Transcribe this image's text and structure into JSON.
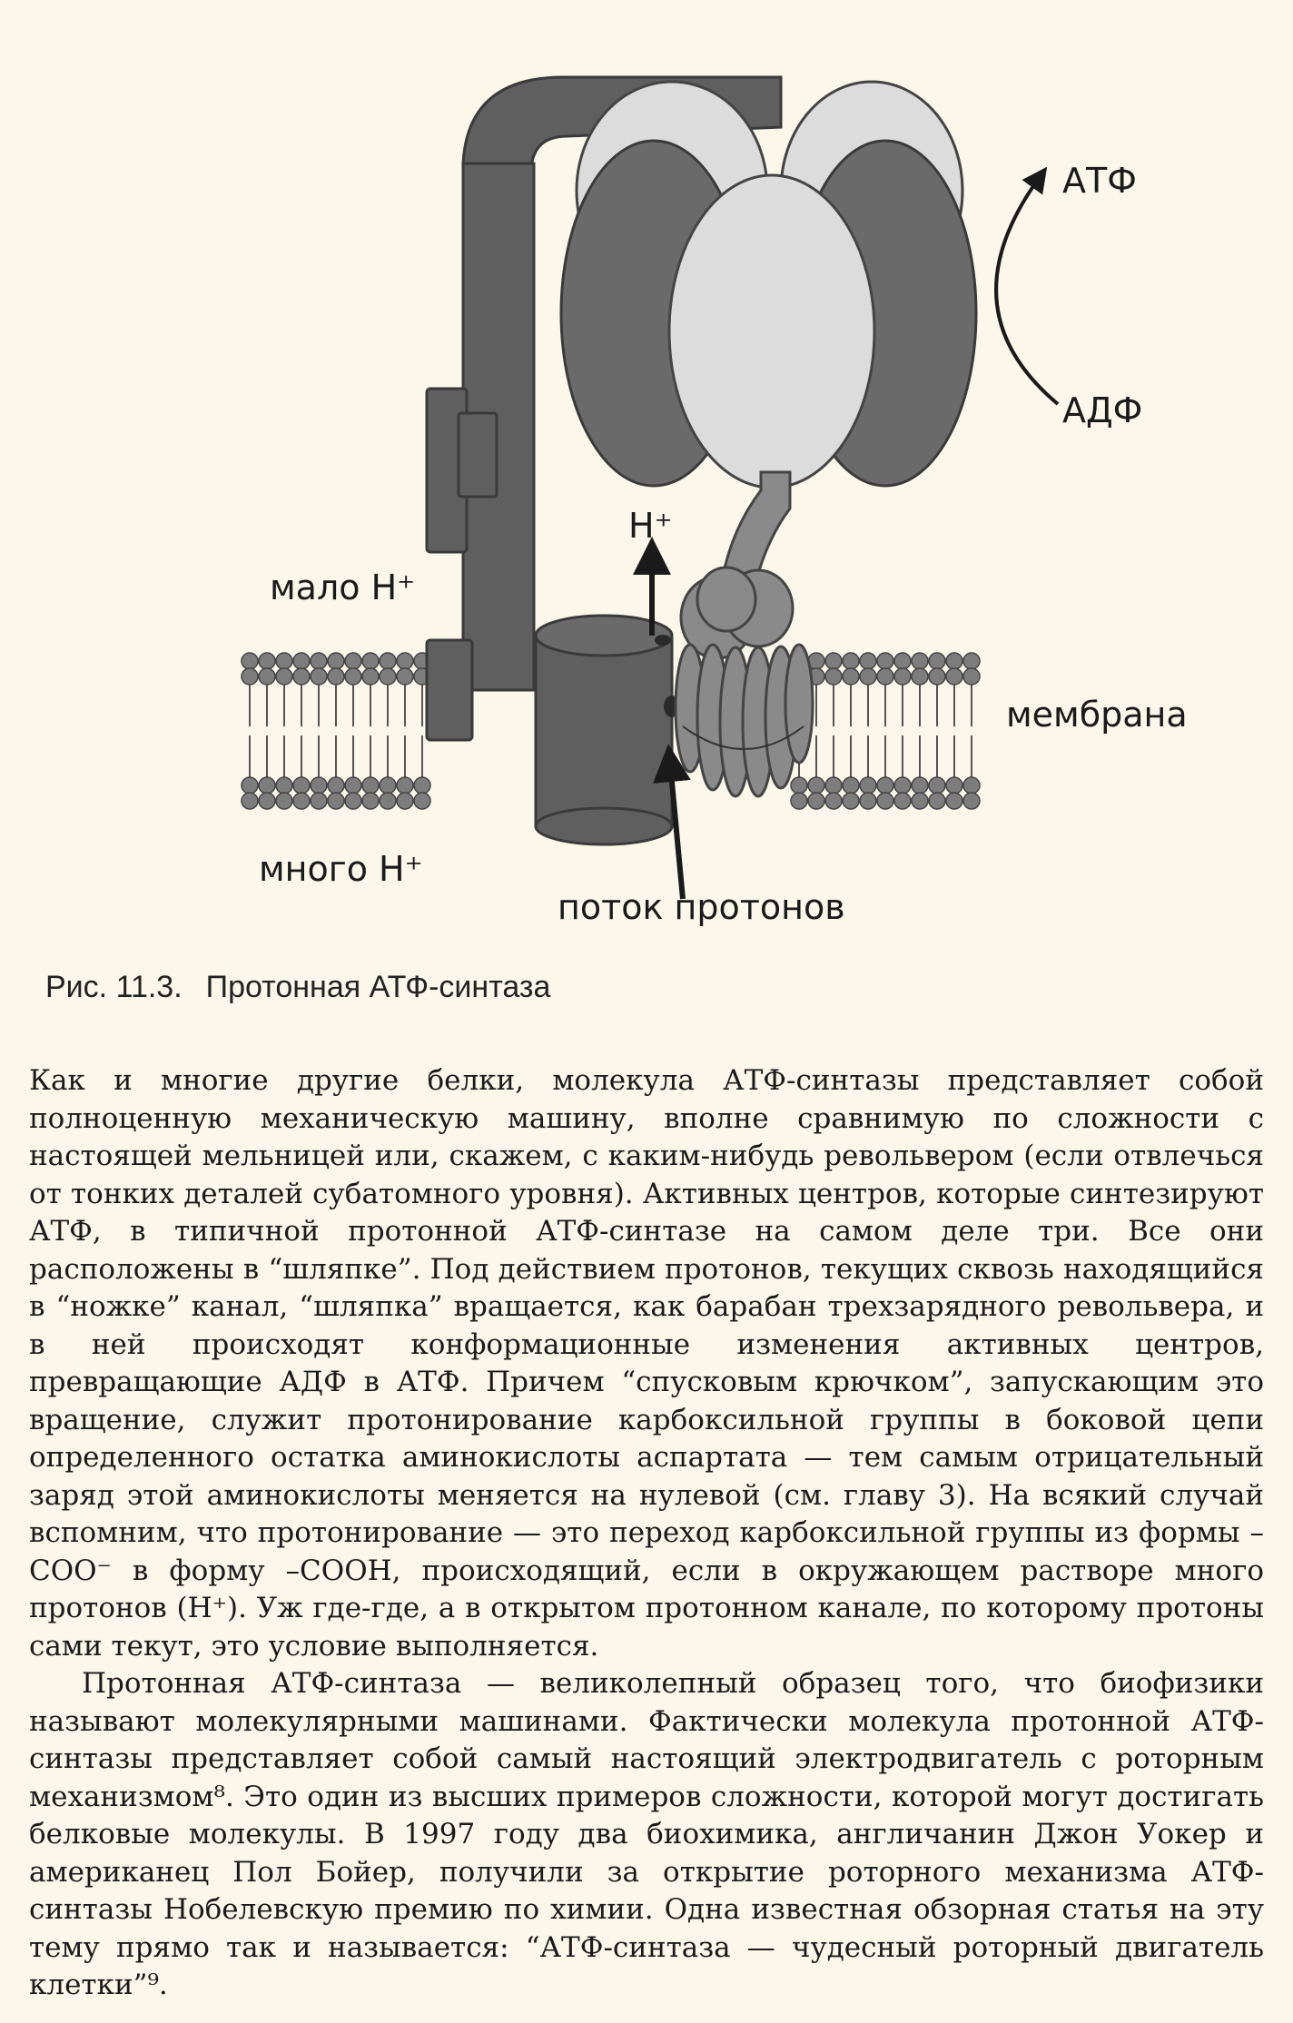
{
  "figure": {
    "labels": {
      "atp": "АТФ",
      "adp": "АДФ",
      "h_plus": "H⁺",
      "low_h": "мало H⁺",
      "high_h": "много H⁺",
      "membrane": "мембрана",
      "proton_flow": "поток протонов"
    },
    "colors": {
      "dark": "#5f5f5f",
      "medium": "#8a8a8a",
      "light": "#dcdcdc",
      "lipid_head": "#7d7d7d"
    }
  },
  "caption": {
    "number": "Рис. 11.3.",
    "title": "Протонная АТФ-синтаза"
  },
  "body": {
    "p1": "Как и многие другие белки, молекула АТФ-синтазы представляет собой полноценную механическую машину, вполне сравнимую по сложности с настоящей мельницей или, скажем, с каким-нибудь револьвером (если отвлечься от тонких деталей субатомного уровня). Активных центров, которые синтезируют АТФ, в типичной протонной АТФ-синтазе на самом деле три. Все они расположены в “шляпке”. Под действием протонов, текущих сквозь находящийся в “ножке” канал, “шляпка” вращается, как барабан трехзарядного револьвера, и в ней происходят конформационные изменения активных центров, превращающие АДФ в АТФ. Причем “спусковым крючком”, запускающим это вращение, служит протонирование карбоксильной группы в боковой цепи определенного остатка аминокислоты аспартата — тем самым отрицательный заряд этой аминокислоты меняется на нулевой (см. главу 3). На всякий случай вспомним, что протонирование — это переход карбоксильной группы из формы –COO⁻ в форму –COOH, происходящий, если в окружающем растворе много протонов (H⁺). Уж где-где, а в открытом протонном канале, по которому протоны сами текут, это условие выполняется.",
    "p2": "Протонная АТФ-синтаза — великолепный образец того, что биофизики называют молекулярными машинами. Фактически молекула протонной АТФ-синтазы представляет собой самый настоящий электродвигатель с роторным механизмом⁸. Это один из высших примеров сложности, которой могут достигать белковые молекулы. В 1997 году два биохимика, англичанин Джон Уокер и американец Пол Бойер, получили за открытие роторного механизма АТФ-синтазы Нобелевскую премию по химии. Одна известная обзорная статья на эту тему прямо так и называется: “АТФ-синтаза — чудесный роторный двигатель клетки”⁹."
  }
}
